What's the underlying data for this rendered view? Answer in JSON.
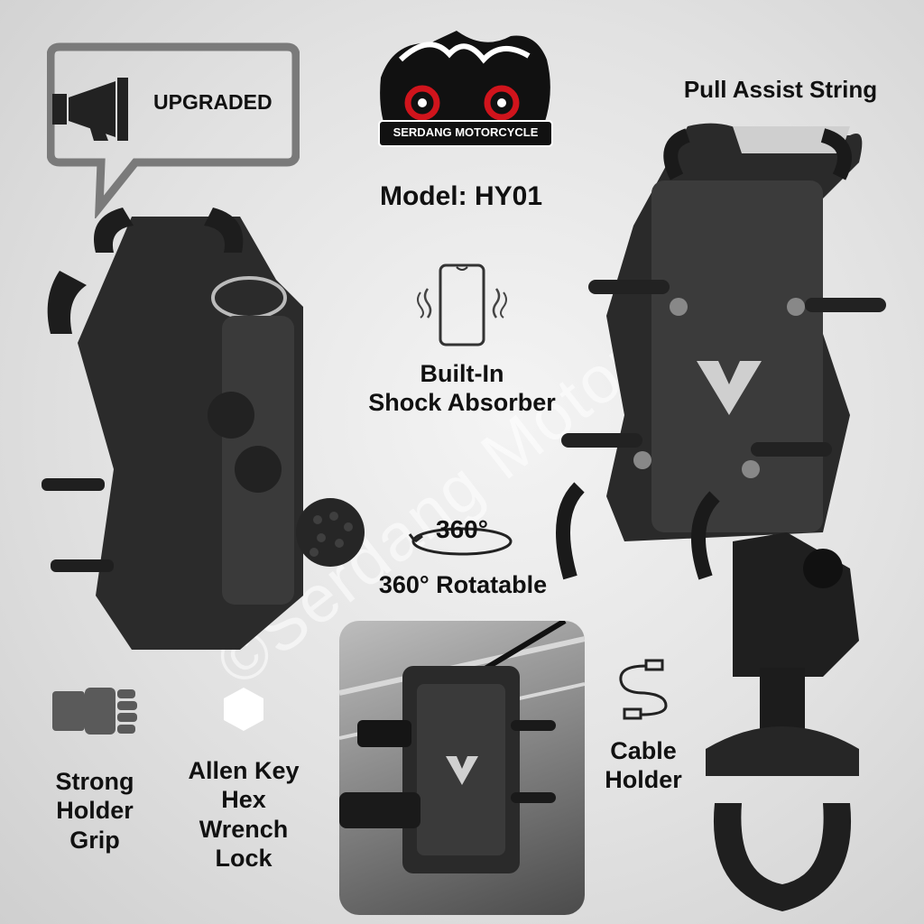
{
  "badge": {
    "text": "UPGRADED"
  },
  "logo": {
    "text": "SERDANG MOTORCYCLE",
    "accent": "#d0141c"
  },
  "model": {
    "text": "Model: HY01"
  },
  "pull_assist": {
    "text": "Pull Assist String"
  },
  "shock": {
    "line1": "Built-In",
    "line2": "Shock Absorber",
    "icon": "phone-vibrate-icon"
  },
  "rotate": {
    "badge": "360°",
    "text": "360° Rotatable",
    "icon": "rotate-360-icon"
  },
  "cable": {
    "line1": "Cable",
    "line2": "Holder",
    "icon": "cable-icon"
  },
  "grip": {
    "line1": "Strong",
    "line2": "Holder",
    "line3": "Grip",
    "icon": "fist-icon"
  },
  "allen": {
    "line1": "Allen Key",
    "line2": "Hex",
    "line3": "Wrench",
    "line4": "Lock",
    "icon": "hexagon-icon"
  },
  "watermark": "©Serdang Motorcycle"
}
